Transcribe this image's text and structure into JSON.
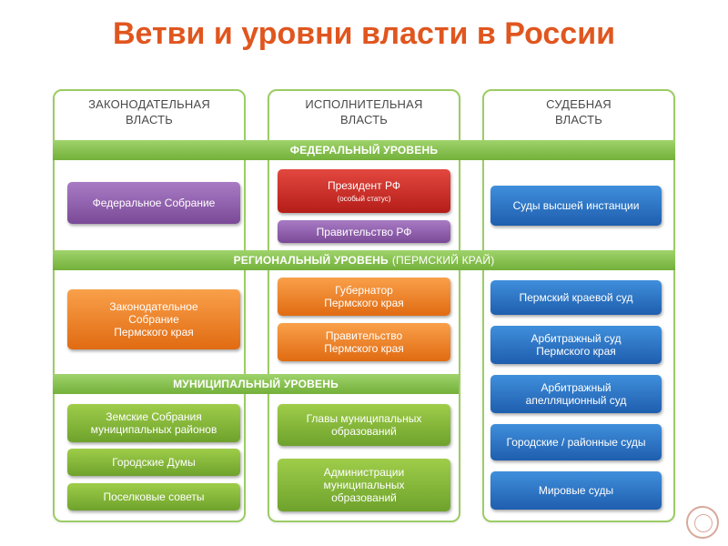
{
  "title": "Ветви и уровни власти в России",
  "colors": {
    "title": "#e0561f",
    "frame": "#9ccc65",
    "band": "#84c14b",
    "legislative_federal": "#8a5aa8",
    "president": "#c9302c",
    "regional": "#f07f22",
    "judicial": "#2a73c8",
    "municipal": "#86b93a"
  },
  "columns": [
    {
      "line1": "ЗАКОНОДАТЕЛЬНАЯ",
      "line2": "ВЛАСТЬ"
    },
    {
      "line1": "ИСПОЛНИТЕЛЬНАЯ",
      "line2": "ВЛАСТЬ"
    },
    {
      "line1": "СУДЕБНАЯ",
      "line2": "ВЛАСТЬ"
    }
  ],
  "levels": {
    "federal": {
      "label": "ФЕДЕРАЛЬНЫЙ УРОВЕНЬ",
      "sub": ""
    },
    "regional": {
      "label": "РЕГИОНАЛЬНЫЙ УРОВЕНЬ",
      "sub": "(ПЕРМСКИЙ КРАЙ)"
    },
    "municipal": {
      "label": "МУНИЦИПАЛЬНЫЙ УРОВЕНЬ",
      "sub": ""
    }
  },
  "federal": {
    "legislative": "Федеральное Собрание",
    "president": {
      "line1": "Президент РФ",
      "note": "(особый статус)"
    },
    "government": "Правительство РФ",
    "judicial": "Суды высшей инстанции"
  },
  "regional": {
    "legislative": {
      "line1": "Законодательное",
      "line2": "Собрание",
      "line3": "Пермского края"
    },
    "governor": {
      "line1": "Губернатор",
      "line2": "Пермского края"
    },
    "government": {
      "line1": "Правительство",
      "line2": "Пермского края"
    },
    "court_krai": "Пермский краевой суд",
    "arbitration": {
      "line1": "Арбитражный суд",
      "line2": "Пермского края"
    },
    "appeal": {
      "line1": "Арбитражный",
      "line2": "апелляционный суд"
    }
  },
  "municipal": {
    "zemsky": {
      "line1": "Земские Собрания",
      "line2": "муниципальных районов"
    },
    "city_dumas": "Городские Думы",
    "settlement": "Поселковые советы",
    "heads": {
      "line1": "Главы муниципальных",
      "line2": "образований"
    },
    "administrations": {
      "line1": "Администрации",
      "line2": "муниципальных",
      "line3": "образований"
    },
    "city_courts": "Городские / районные суды",
    "magistrates": "Мировые суды"
  }
}
